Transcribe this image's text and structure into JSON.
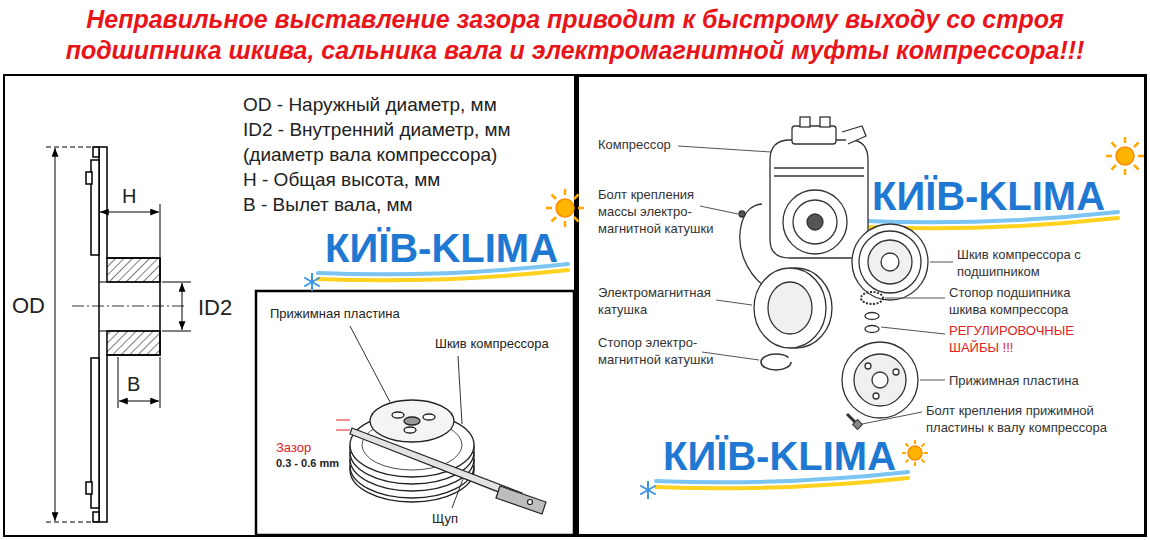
{
  "diagram": {
    "title": "Неправильное выставление зазора приводит к быстрому выходу со строя подшипника шкива, сальника вала и электромагнитной муфты компрессора!!!",
    "labels": [
      "OD - Наружный диаметр, мм",
      "ID2 - Внутренний диаметр, мм (диаметр вала компрессора)",
      "H - Общая высота, мм",
      "B - Вылет вала, мм",
      "H",
      "OD",
      "ID2",
      "B",
      "КИЇВ-KLIMA",
      "Прижимная пластина",
      "Шкив компрессора",
      "Зазор",
      "0.3 - 0.6 mm",
      "Щуп",
      "Компрессор",
      "Болт крепления массы электро- магнитной катушки",
      "КИЇВ-KLIMA",
      "Шкив компрессора с подшипником",
      "Электромагнитная катушка",
      "Стопор подшипника шкива компрессора",
      "РЕГУЛИРОВОЧНЫЕ ШАЙБЫ !!!",
      "Стопор электро- магнитной катушки",
      "Прижимная пластина",
      "КИЇВ-KLIMA",
      "Болт крепления прижимной пластины к валу компрессора"
    ]
  }
}
